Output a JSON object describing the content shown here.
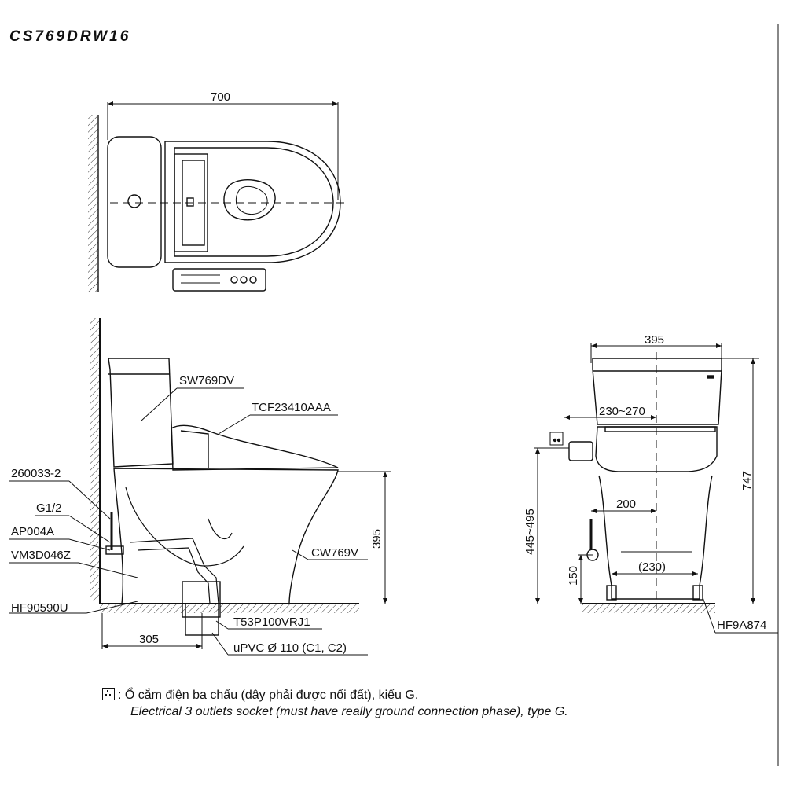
{
  "title": "CS769DRW16",
  "top_view": {
    "width_label": "700"
  },
  "side_view": {
    "labels": {
      "tank": "SW769DV",
      "seat": "TCF23410AAA",
      "bowl": "CW769V",
      "part_260033": "260033-2",
      "g12": "G1/2",
      "ap004a": "AP004A",
      "vm3d": "VM3D046Z",
      "hf90590u": "HF90590U",
      "t53": "T53P100VRJ1",
      "upvc": "uPVC Ø 110 (C1, C2)"
    },
    "dims": {
      "height": "395",
      "rough_in": "305"
    }
  },
  "front_view": {
    "dims": {
      "width": "395",
      "socket_offset": "230~270",
      "water_offset": "200",
      "water_height": "150",
      "bolt_spacing": "(230)",
      "socket_height": "445~495",
      "total_height": "747"
    },
    "labels": {
      "hf9a874": "HF9A874"
    }
  },
  "note": {
    "vi": ": Ổ cắm điện ba chấu (dây phải được nối đất), kiểu G.",
    "en": "Electrical 3 outlets socket (must have really ground connection phase), type G."
  },
  "icons": [
    "socket-icon"
  ]
}
